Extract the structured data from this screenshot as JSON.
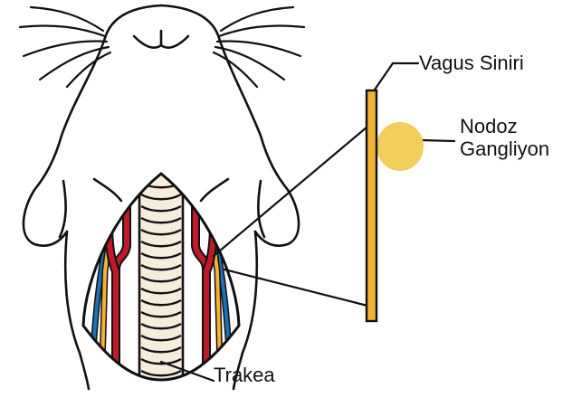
{
  "labels": {
    "vagus": "Vagus Siniri",
    "nodoz_line1": "Nodoz",
    "nodoz_line2": "Gangliyon",
    "trakea": "Trakea"
  },
  "colors": {
    "outline": "#111111",
    "artery": "#c01a2a",
    "vein": "#1f6fb5",
    "nerve": "#f2b233",
    "ganglion": "#f2cd5c",
    "trachea_ring": "#f5ecdc",
    "background": "#ffffff"
  },
  "icons": {
    "subject": "mouse-head-ventral-view"
  }
}
